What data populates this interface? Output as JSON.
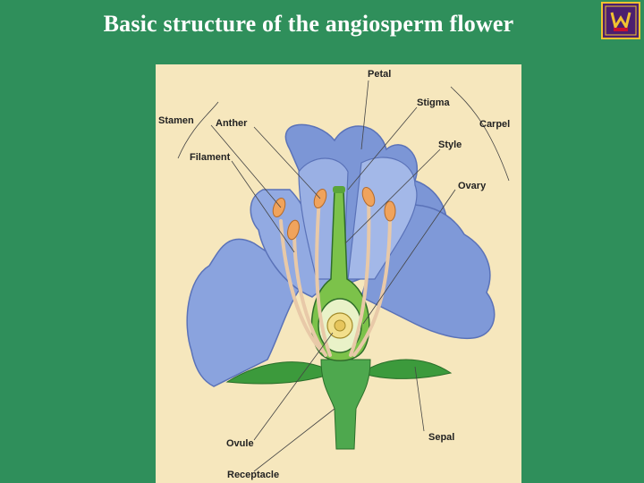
{
  "slide": {
    "title": "Basic structure of the angiosperm flower"
  },
  "logo": {
    "icon": "university-crest-icon",
    "colors": {
      "bg": "#4b1f6f",
      "frame": "#f2c230"
    }
  },
  "diagram": {
    "background": "#f6e7bd",
    "labels": {
      "petal": "Petal",
      "stigma": "Stigma",
      "stamen": "Stamen",
      "anther": "Anther",
      "carpel": "Carpel",
      "style": "Style",
      "filament": "Filament",
      "ovary": "Ovary",
      "ovule": "Ovule",
      "sepal": "Sepal",
      "receptacle": "Receptacle"
    }
  }
}
